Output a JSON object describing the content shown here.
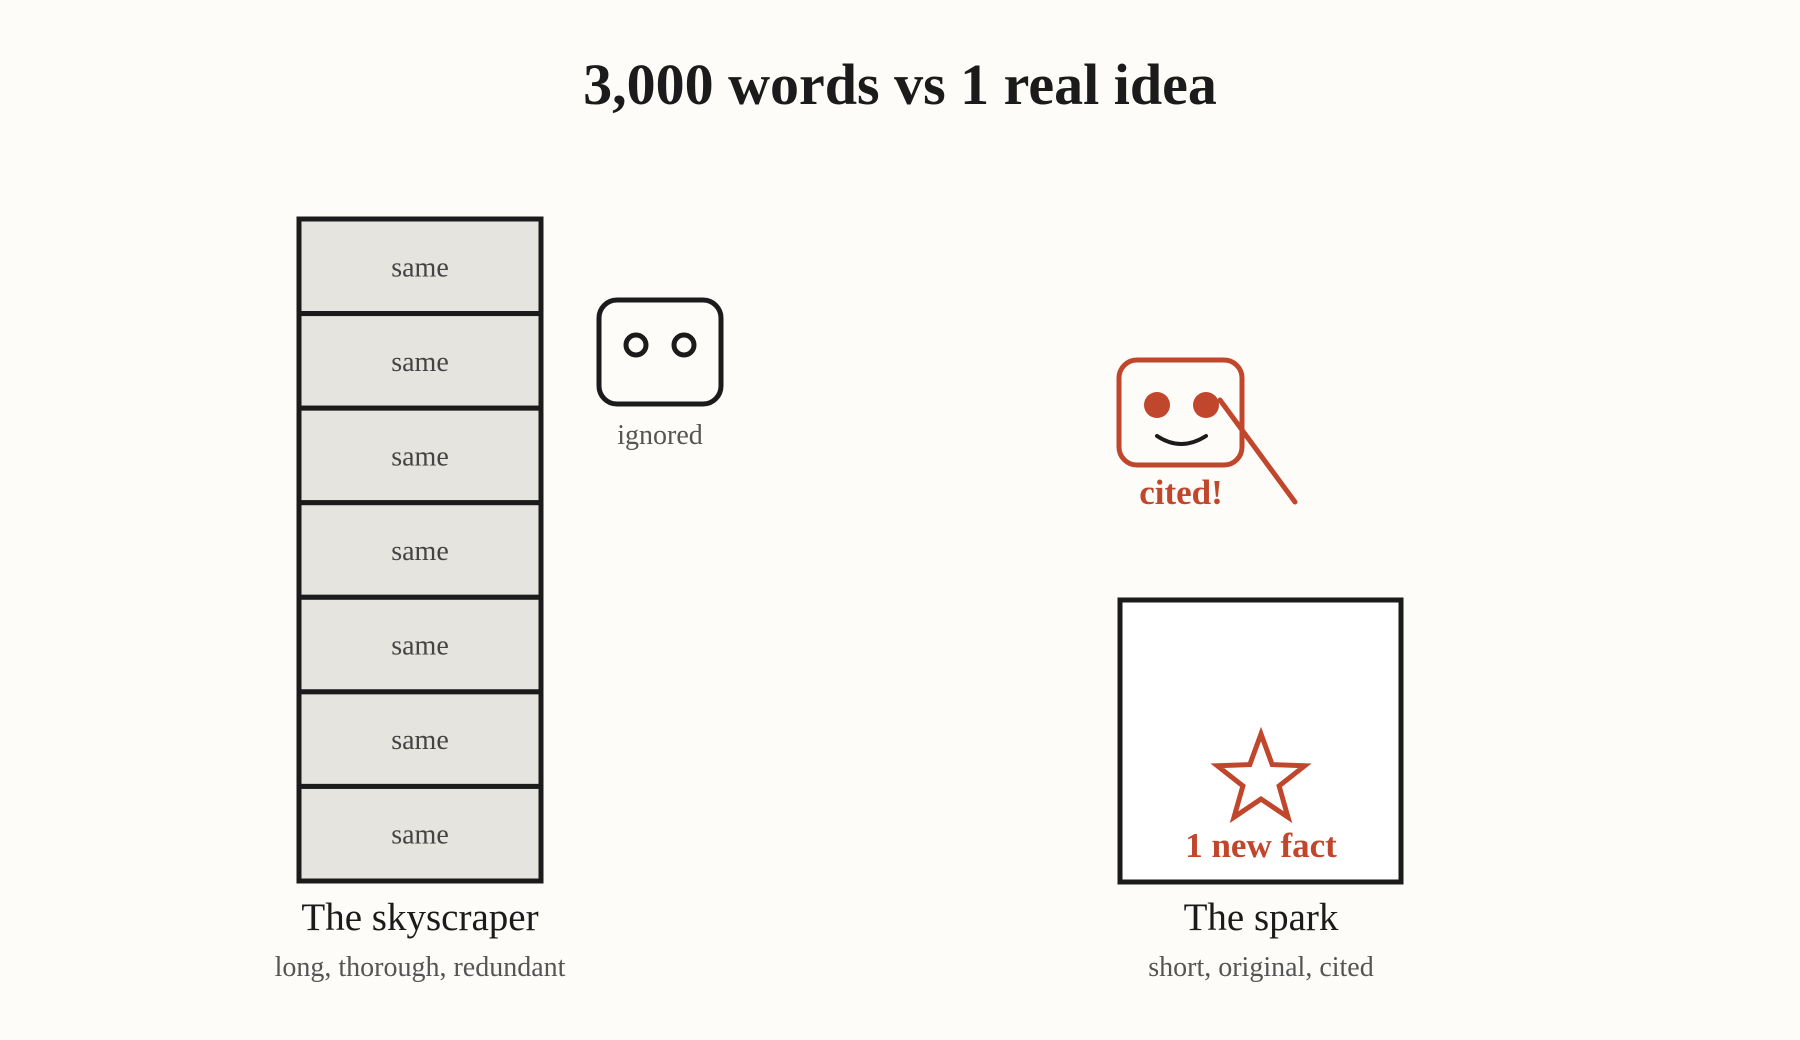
{
  "title": "3,000 words vs 1 real idea",
  "colors": {
    "background": "#fdfcf8",
    "ink": "#1b1b1b",
    "muted": "#555555",
    "floor_fill": "#e6e4de",
    "accent": "#c0462c",
    "spark_fill": "#ffffff"
  },
  "skyscraper": {
    "floors": [
      "same",
      "same",
      "same",
      "same",
      "same",
      "same",
      "same"
    ],
    "caption": "The skyscraper",
    "subcaption": "long, thorough, redundant",
    "reader": {
      "icon": "bored-face-icon",
      "label": "ignored"
    }
  },
  "spark": {
    "caption": "The spark",
    "subcaption": "short, original, cited",
    "star_icon": "star-icon",
    "fact_label": "1 new fact",
    "reader": {
      "icon": "smiling-face-icon",
      "label": "cited!"
    }
  }
}
